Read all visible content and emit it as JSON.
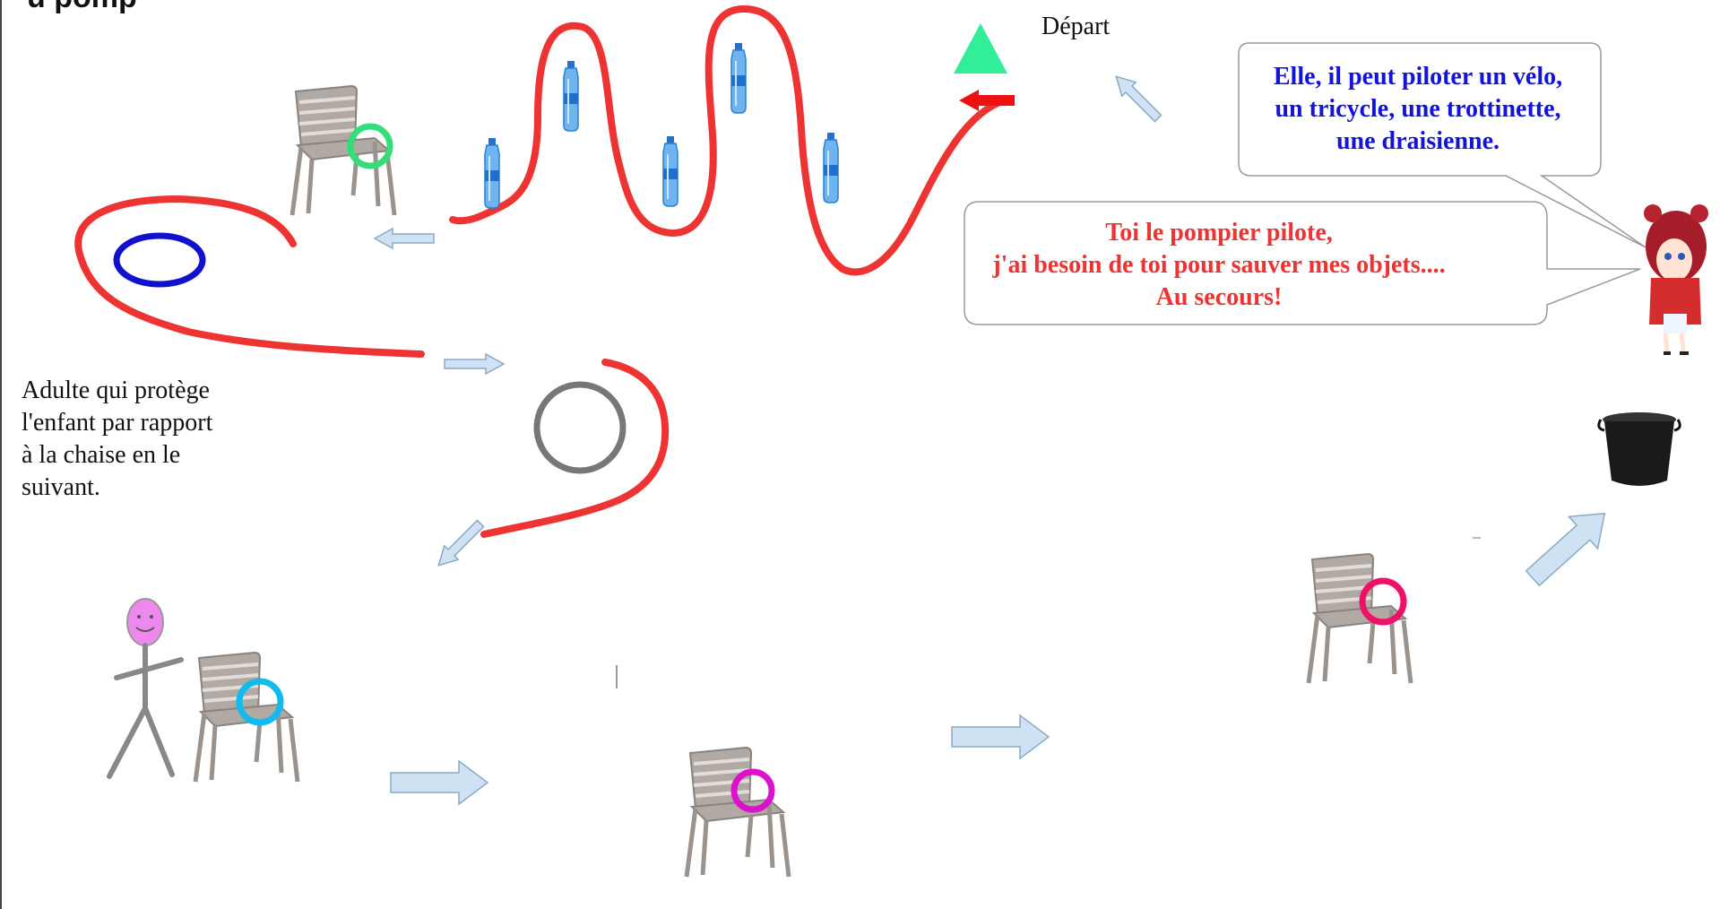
{
  "labels": {
    "depart": "Départ",
    "adult_note": "Adulte qui protège l'enfant par rapport à la chaise en le suivant.",
    "cut_title": "u pomp"
  },
  "bubbles": {
    "blue_lines": [
      "Elle, il peut piloter un vélo,",
      "un tricycle, une trottinette,",
      "une draisienne."
    ],
    "red_lines": [
      "Toi le pompier pilote,",
      "j'ai besoin de toi pour sauver mes objets....",
      "Au secours!"
    ]
  },
  "colors": {
    "path": "#ee3333",
    "arrow_fill": "#cfe2f3",
    "arrow_stroke": "#8aa9c5",
    "start_triangle": "#33ee99",
    "start_arrow": "#ee1111",
    "ring_green": "#33dd77",
    "ring_blue": "#1111cc",
    "ring_grey": "#777777",
    "ring_cyan": "#11bbee",
    "ring_magenta": "#dd11cc",
    "ring_crimson": "#ee1166",
    "blue_text": "#1414d8",
    "red_text": "#ee3333"
  },
  "icons": [
    "chair-icon",
    "water-bottle-icon",
    "bucket-icon",
    "stick-figure-icon",
    "character-icon",
    "start-triangle-icon"
  ]
}
